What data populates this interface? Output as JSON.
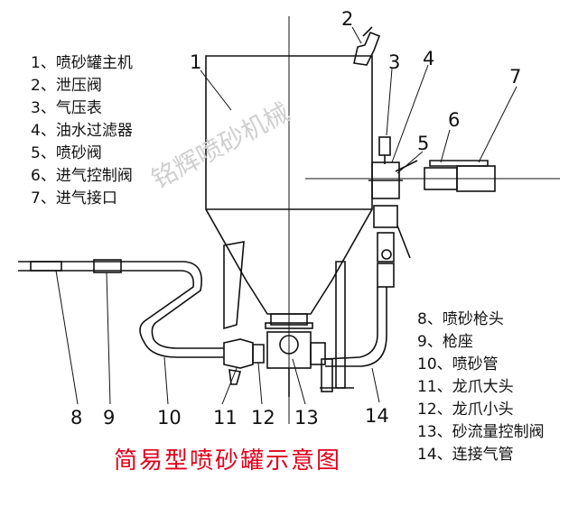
{
  "legend_left": [
    {
      "num": "1",
      "label": "1、喷砂罐主机"
    },
    {
      "num": "2",
      "label": "2、泄压阀"
    },
    {
      "num": "3",
      "label": "3、气压表"
    },
    {
      "num": "4",
      "label": "4、油水过滤器"
    },
    {
      "num": "5",
      "label": "5、喷砂阀"
    },
    {
      "num": "6",
      "label": "6、进气控制阀"
    },
    {
      "num": "7",
      "label": "7、进气接口"
    }
  ],
  "legend_right": [
    {
      "num": "8",
      "label": "8、喷砂枪头"
    },
    {
      "num": "9",
      "label": "9、枪座"
    },
    {
      "num": "10",
      "label": "10、喷砂管"
    },
    {
      "num": "11",
      "label": "11、龙爪大头"
    },
    {
      "num": "12",
      "label": "12、龙爪小头"
    },
    {
      "num": "13",
      "label": "13、砂流量控制阀"
    },
    {
      "num": "14",
      "label": "14、连接气管"
    }
  ],
  "callouts": [
    "1",
    "2",
    "3",
    "4",
    "5",
    "6",
    "7",
    "8",
    "9",
    "10",
    "11",
    "12",
    "13",
    "14"
  ],
  "title": "简易型喷砂罐示意图",
  "watermark": "铭辉喷砂机械",
  "colors": {
    "line": "#111111",
    "title": "#e0001a",
    "watermark": "#cfcfcf"
  }
}
